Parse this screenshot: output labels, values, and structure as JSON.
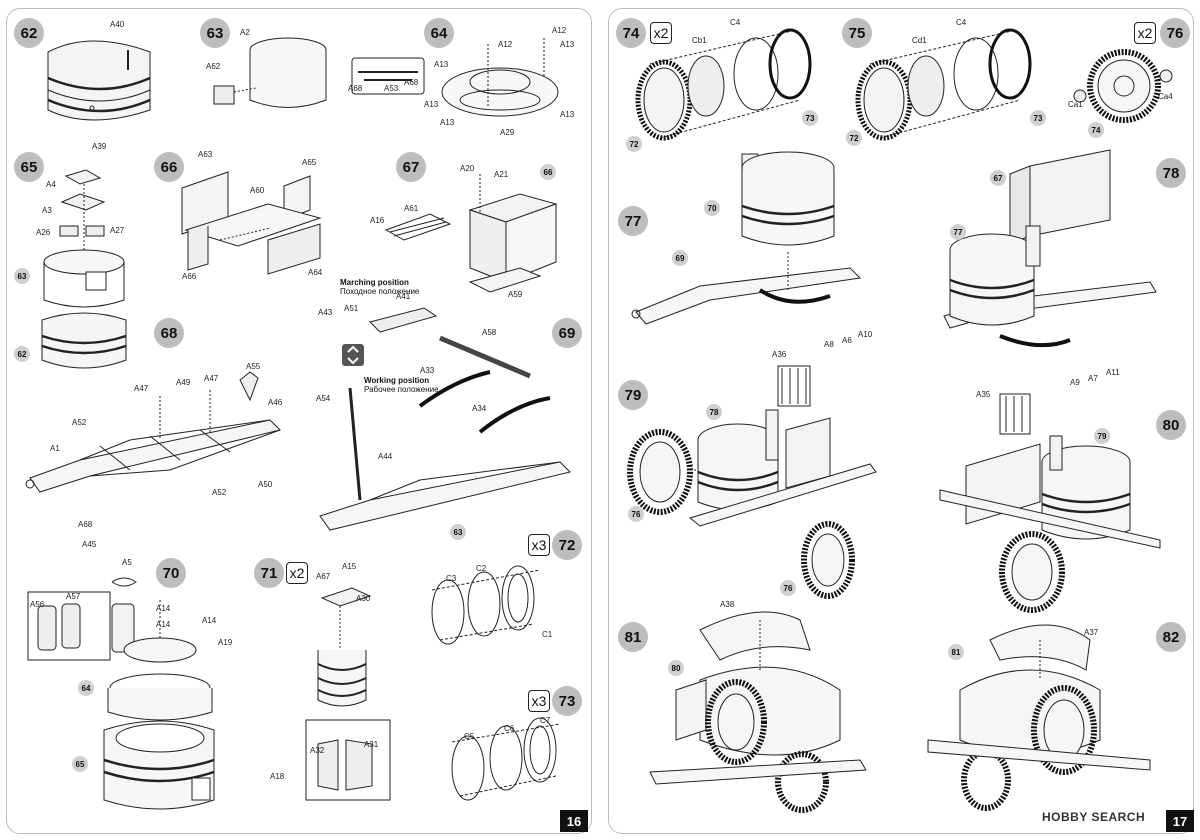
{
  "left_page": {
    "page_number": "16",
    "steps": [
      {
        "num": "62",
        "parts": [
          "A40",
          "A39"
        ]
      },
      {
        "num": "63",
        "parts": [
          "A2",
          "A62"
        ]
      },
      {
        "num": "64",
        "parts": [
          "A12",
          "A13",
          "A12",
          "A13",
          "A68",
          "A53",
          "A68",
          "A13",
          "A13",
          "A13",
          "A29"
        ]
      },
      {
        "num": "65",
        "parts": [
          "A4",
          "A3",
          "A26",
          "A27"
        ],
        "refs": [
          "63",
          "62"
        ]
      },
      {
        "num": "66",
        "parts": [
          "A63",
          "A65",
          "A60",
          "A66",
          "A64"
        ]
      },
      {
        "num": "67",
        "parts": [
          "A20",
          "A21",
          "A61",
          "A16",
          "A59"
        ],
        "refs": [
          "66"
        ]
      },
      {
        "num": "68",
        "parts": [
          "A47",
          "A49",
          "A47",
          "A55",
          "A52",
          "A46",
          "A1",
          "A52",
          "A50",
          "A68",
          "A45"
        ]
      },
      {
        "num": "69",
        "parts": [
          "A43",
          "A51",
          "A41",
          "A58",
          "A33",
          "A54",
          "A34",
          "A44"
        ],
        "refs": [
          "63"
        ]
      },
      {
        "num": "70",
        "parts": [
          "A5",
          "A56",
          "A57",
          "A14",
          "A14",
          "A14",
          "A19",
          "A18"
        ],
        "refs": [
          "64",
          "65"
        ]
      },
      {
        "num": "71",
        "mult": "x2",
        "parts": [
          "A15",
          "A67",
          "A30",
          "A32",
          "A31"
        ]
      },
      {
        "num": "72",
        "mult": "x3",
        "parts": [
          "C3",
          "C2",
          "C1"
        ]
      },
      {
        "num": "73",
        "mult": "x3",
        "parts": [
          "C5",
          "C6",
          "C7"
        ]
      }
    ],
    "notes": {
      "marching_en": "Marching position",
      "marching_ru": "Походное положение",
      "working_en": "Working position",
      "working_ru": "Рабочее положение"
    }
  },
  "right_page": {
    "page_number": "17",
    "steps": [
      {
        "num": "74",
        "mult": "x2",
        "parts": [
          "Cb1",
          "C4"
        ],
        "refs": [
          "72",
          "73"
        ]
      },
      {
        "num": "75",
        "parts": [
          "Cd1",
          "C4"
        ],
        "refs": [
          "72",
          "73"
        ]
      },
      {
        "num": "76",
        "mult": "x2",
        "parts": [
          "Ca1",
          "Ca4"
        ],
        "refs": [
          "74"
        ]
      },
      {
        "num": "77",
        "parts": [
          "A8",
          "A6",
          "A10"
        ],
        "refs": [
          "70",
          "69"
        ]
      },
      {
        "num": "78",
        "parts": [
          "A9",
          "A7",
          "A11"
        ],
        "refs": [
          "67",
          "77"
        ]
      },
      {
        "num": "79",
        "parts": [
          "A36"
        ],
        "refs": [
          "78",
          "76",
          "76"
        ]
      },
      {
        "num": "80",
        "parts": [
          "A35"
        ],
        "refs": [
          "79"
        ]
      },
      {
        "num": "81",
        "parts": [
          "A38"
        ],
        "refs": [
          "80"
        ]
      },
      {
        "num": "82",
        "parts": [
          "A37"
        ],
        "refs": [
          "81"
        ]
      }
    ]
  },
  "watermark": "HOBBY SEARCH"
}
